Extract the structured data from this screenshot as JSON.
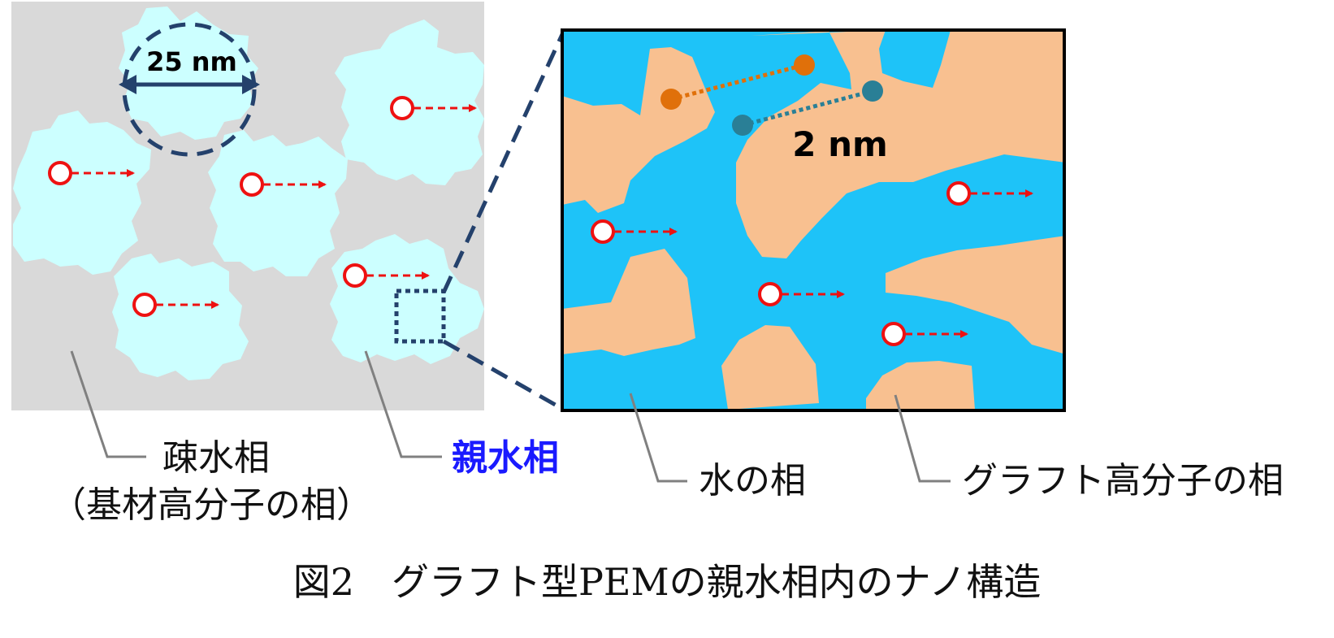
{
  "colors": {
    "hydrophobic_bg": "#d9d9d9",
    "hydrophilic": "#ccffff",
    "water": "#1ec3f8",
    "graft": "#f8c090",
    "ion_marker": "#ee1111",
    "guide_line": "#24416c",
    "pointer_line": "#808080",
    "orange_dot": "#e0700a",
    "teal_dot": "#2a7f96",
    "hydrophilic_label": "#1a1aff"
  },
  "labels": {
    "size_25nm": "25 nm",
    "size_2nm": "2 nm",
    "hydrophobic_phase": "疎水相",
    "hydrophobic_phase_sub": "（基材高分子の相）",
    "hydrophilic_phase": "親水相",
    "water_phase": "水の相",
    "graft_phase": "グラフト高分子の相"
  },
  "caption": "図2　グラフト型PEMの親水相内のナノ構造"
}
